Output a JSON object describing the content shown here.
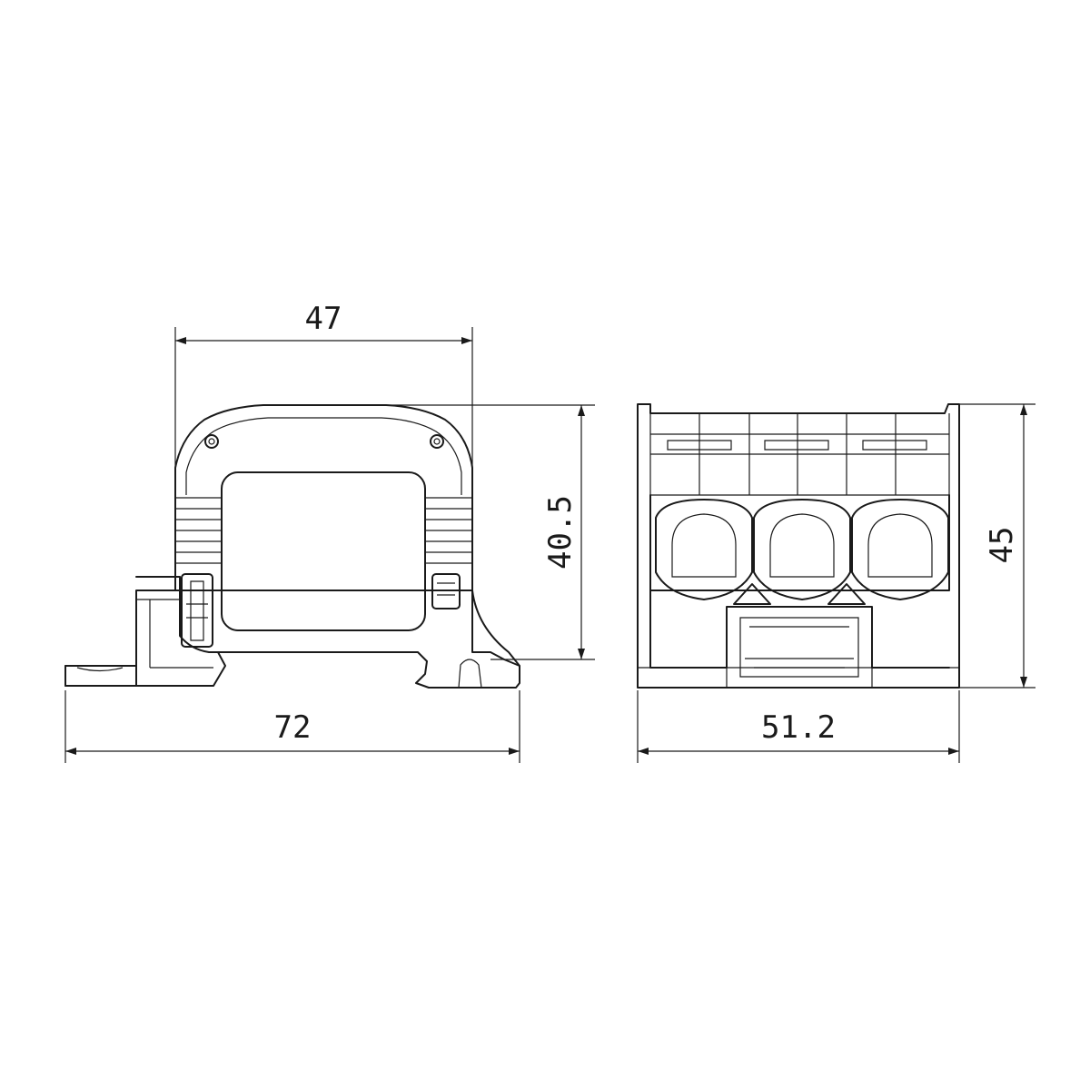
{
  "dimensions": {
    "side_top_width": "47",
    "side_height": "40.5",
    "side_base_width": "72",
    "front_width": "51.2",
    "front_height": "45"
  }
}
